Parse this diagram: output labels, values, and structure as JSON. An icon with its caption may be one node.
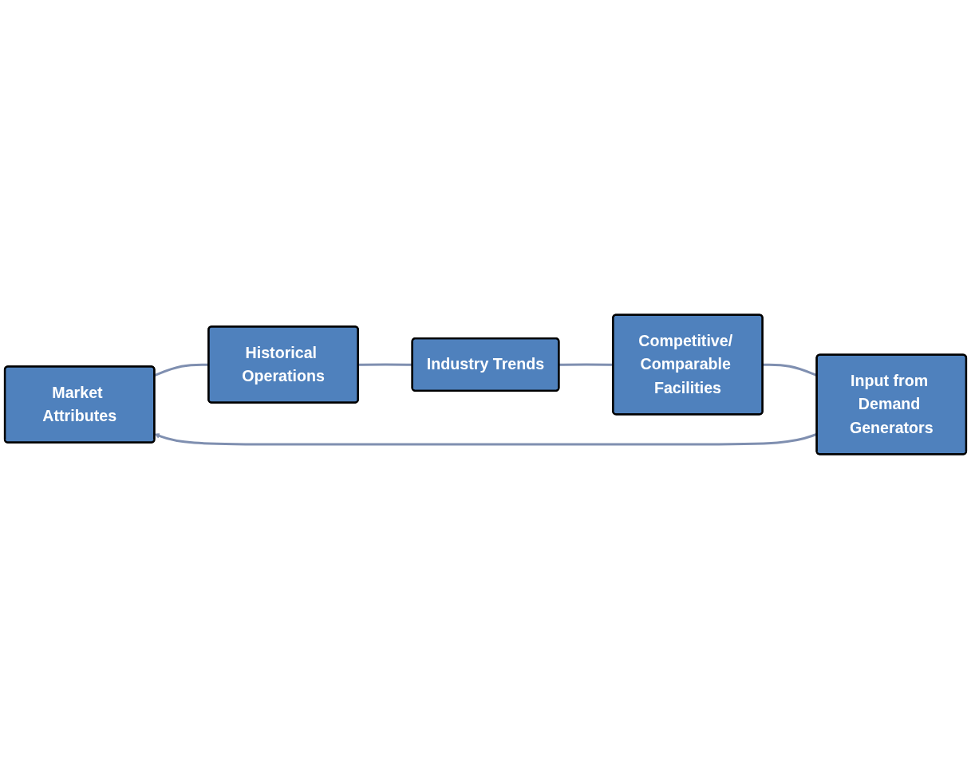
{
  "diagram": {
    "nodes": [
      {
        "text": [
          "Market Attributes"
        ]
      },
      {
        "text": [
          "Historical Operations"
        ]
      },
      {
        "text": [
          "Industry Trends"
        ]
      },
      {
        "text": [
          "Competitive/ Comparable Facilities"
        ]
      },
      {
        "text": [
          "Input from Demand Generators"
        ]
      }
    ],
    "edges": [
      {
        "from": 0,
        "to": 1,
        "arrow": "none"
      },
      {
        "from": 1,
        "to": 2,
        "arrow": "none"
      },
      {
        "from": 2,
        "to": 3,
        "arrow": "none"
      },
      {
        "from": 3,
        "to": 4,
        "arrow": "none"
      },
      {
        "from": 4,
        "to": 0,
        "arrow": "to"
      }
    ]
  }
}
